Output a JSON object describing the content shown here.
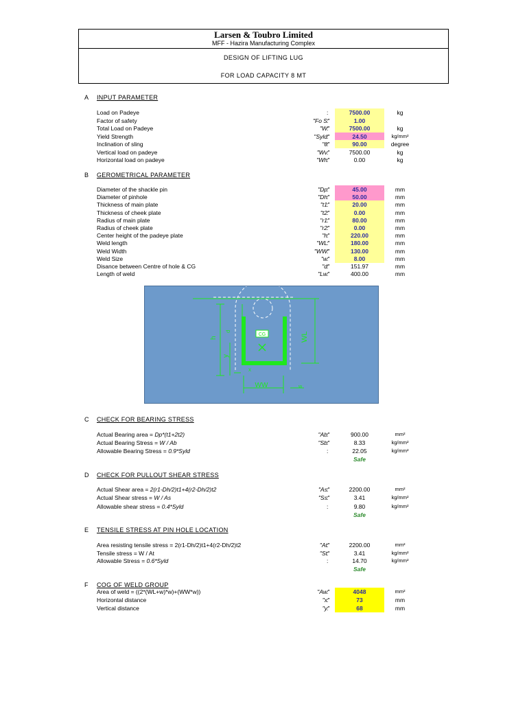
{
  "header": {
    "company": "Larsen & Toubro Limited",
    "subtitle": "MFF - Hazira Manufacturing Complex",
    "title1": "DESIGN OF LIFTING LUG",
    "title2": "FOR LOAD CAPACITY 8 MT"
  },
  "sectionA": {
    "letter": "A",
    "title": "INPUT PARAMETER",
    "rows": [
      {
        "label": "Load on Padeye",
        "symbol": "",
        "colon": ":",
        "value": "7500.00",
        "unit": "kg",
        "style": "yellow"
      },
      {
        "label": "Factor of safety",
        "symbol": "\"Fo S\"",
        "colon": ":",
        "value": "1.00",
        "unit": "",
        "style": "yellow"
      },
      {
        "label": "Total Load on Padeye",
        "symbol": "\"W\"",
        "colon": ":",
        "value": "7500.00",
        "unit": "kg",
        "style": "yellow"
      },
      {
        "label": "Yield Strength",
        "symbol": "\"Syld\"",
        "colon": ":",
        "value": "24.50",
        "unit": "kg/mm²",
        "style": "pink"
      },
      {
        "label": "Inclination of sling",
        "symbol": "\"θ\"",
        "colon": ":",
        "value": "90.00",
        "unit": "degree",
        "style": "yellow"
      },
      {
        "label": "Vertical load on padeye",
        "symbol": "\"Wv\"",
        "colon": ":",
        "value": "7500.00",
        "unit": "kg",
        "style": "plain"
      },
      {
        "label": "Horizontal load on padeye",
        "symbol": "\"Wh\"",
        "colon": ":",
        "value": "0.00",
        "unit": "kg",
        "style": "plain"
      }
    ]
  },
  "sectionB": {
    "letter": "B",
    "title": "GEROMETRICAL PARAMETER",
    "rows": [
      {
        "label": "Diameter of the shackle pin",
        "symbol": "\"Dp\"",
        "colon": ":",
        "value": "45.00",
        "unit": "mm",
        "style": "pink"
      },
      {
        "label": "Diameter of pinhole",
        "symbol": "\"Dh\"",
        "colon": ":",
        "value": "50.00",
        "unit": "mm",
        "style": "pink"
      },
      {
        "label": "Thickness  of main plate",
        "symbol": "\"t1\"",
        "colon": ":",
        "value": "20.00",
        "unit": "mm",
        "style": "yellow"
      },
      {
        "label": "Thickness of cheek plate",
        "symbol": "\"t2\"",
        "colon": ":",
        "value": "0.00",
        "unit": "mm",
        "style": "yellow"
      },
      {
        "label": "Radius of main plate",
        "symbol": "\"r1\"",
        "colon": ":",
        "value": "80.00",
        "unit": "mm",
        "style": "yellow"
      },
      {
        "label": "Radius of cheek plate",
        "symbol": "\"r2\"",
        "colon": ":",
        "value": "0.00",
        "unit": "mm",
        "style": "yellow"
      },
      {
        "label": "Center height of the padeye plate",
        "symbol": "\"h\"",
        "colon": ":",
        "value": "220.00",
        "unit": "mm",
        "style": "yellow"
      },
      {
        "label": "Weld length",
        "symbol": "\"WL\"",
        "colon": ":",
        "value": "180.00",
        "unit": "mm",
        "style": "yellow"
      },
      {
        "label": "Weld Width",
        "symbol": "\"WW\"",
        "colon": ":",
        "value": "130.00",
        "unit": "mm",
        "style": "yellow"
      },
      {
        "label": "Weld Size",
        "symbol": "\"w\"",
        "colon": ":",
        "value": "8.00",
        "unit": "mm",
        "style": "yellow"
      },
      {
        "label": "Disance between Centre of hole & CG",
        "symbol": "\"d\"",
        "colon": ":",
        "value": "151.97",
        "unit": "mm",
        "style": "plain"
      },
      {
        "label": "Length of weld",
        "symbol": "\"Lw\"",
        "colon": ":",
        "value": "400.00",
        "unit": "mm",
        "style": "plain"
      }
    ]
  },
  "diagram": {
    "label_h": "h",
    "label_d": "d",
    "label_y": "y",
    "label_x": "x",
    "label_cg": "CG",
    "label_wl": "WL",
    "label_ww": "WW",
    "label_w": "w"
  },
  "sectionC": {
    "letter": "C",
    "title": "CHECK FOR BEARING STRESS",
    "rows": [
      {
        "label": "Actual Bearing area = ",
        "formula": "Dp*(t1+2t2)",
        "symbol": "\"Ab\"",
        "colon": ":",
        "value": "900.00",
        "unit": "mm²"
      },
      {
        "label": "Actual Bearing Stress = ",
        "formula": "W / Ab",
        "symbol": "\"Sb\"",
        "colon": ":",
        "value": "8.33",
        "unit": "kg/mm²"
      },
      {
        "label": "Allowable Bearing Stress = ",
        "formula": "0.9*Syld",
        "symbol": "",
        "colon": ":",
        "value": "22.05",
        "unit": "kg/mm²"
      }
    ],
    "result": "Safe"
  },
  "sectionD": {
    "letter": "D",
    "title": "CHECK FOR PULLOUT SHEAR STRESS",
    "rows": [
      {
        "label": "Actual Shear area = ",
        "formula": "2(r1-Dh/2)t1+4(r2-Dh/2)t2",
        "symbol": "\"As\"",
        "colon": ":",
        "value": "2200.00",
        "unit": "mm²"
      },
      {
        "label": "Actual Shear stress = ",
        "formula": "W / As",
        "symbol": "\"Ss\"",
        "colon": ":",
        "value": "3.41",
        "unit": "kg/mm²"
      },
      {
        "label": "Allowable shear stress = ",
        "formula": "0.4*Syld",
        "symbol": "",
        "colon": ":",
        "value": "9.80",
        "unit": "kg/mm²"
      }
    ],
    "result": "Safe"
  },
  "sectionE": {
    "letter": "E",
    "title": "TENSILE STRESS AT PIN HOLE LOCATION",
    "rows": [
      {
        "label": "Area resisting tensile stress = 2(r1-Dh/2)t1+4(r2-Dh/2)t2",
        "formula": "",
        "symbol": "\"At\"",
        "colon": ":",
        "value": "2200.00",
        "unit": "mm²"
      },
      {
        "label": "Tensile stress = W / At",
        "formula": "",
        "symbol": "\"St\"",
        "colon": ":",
        "value": "3.41",
        "unit": "kg/mm²"
      },
      {
        "label": "Allowable Stress = ",
        "formula": "0.6*Syld",
        "symbol": "",
        "colon": ":",
        "value": "14.70",
        "unit": "kg/mm²"
      }
    ],
    "result": "Safe"
  },
  "sectionF": {
    "letter": "F",
    "title": "COG OF WELD GROUP",
    "rows": [
      {
        "label": "Area of weld = ((2*(WL+w)*w)+(WW*w))",
        "symbol": "\"Aw\"",
        "colon": ":",
        "value": "4048",
        "unit": "mm²"
      },
      {
        "label": "Horizontal distance",
        "symbol": "\"x\"",
        "colon": ":",
        "value": "73",
        "unit": "mm"
      },
      {
        "label": "Vertical distance",
        "symbol": "\"y\"",
        "colon": ":",
        "value": "68",
        "unit": "mm"
      }
    ]
  }
}
